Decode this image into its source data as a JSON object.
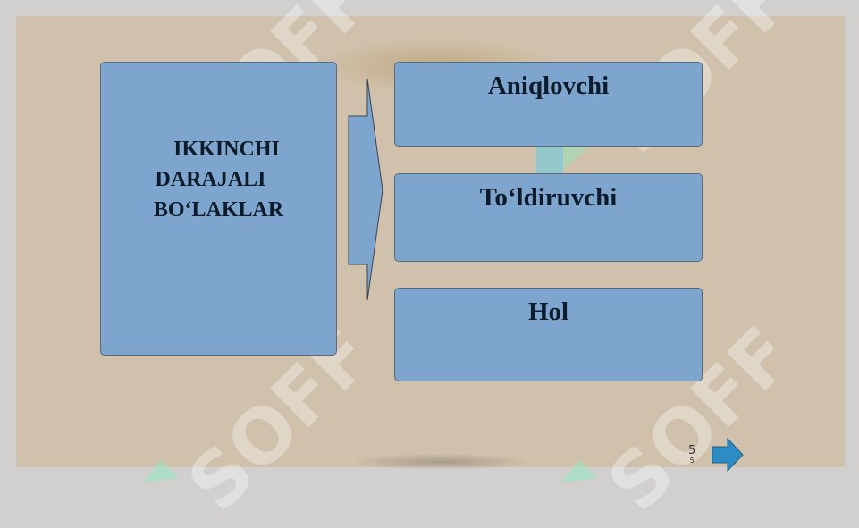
{
  "slide": {
    "main_box": {
      "lines": [
        "IKKINCHI",
        "DARAJALI",
        "BO‘LAKLAR"
      ]
    },
    "items": [
      {
        "label": "Aniqlovchi"
      },
      {
        "label": "To‘ldiruvchi"
      },
      {
        "label": "Hol"
      }
    ],
    "page_number": "5",
    "page_number_small": "5"
  },
  "watermark": {
    "text": "SOFF",
    "color": "#ffffff"
  },
  "colors": {
    "box_fill": "#7ea5cd",
    "slide_bg": "#cfc1ab",
    "nav_arrow": "#2e8cc4"
  },
  "icons": {
    "next": "arrow-right-icon"
  }
}
